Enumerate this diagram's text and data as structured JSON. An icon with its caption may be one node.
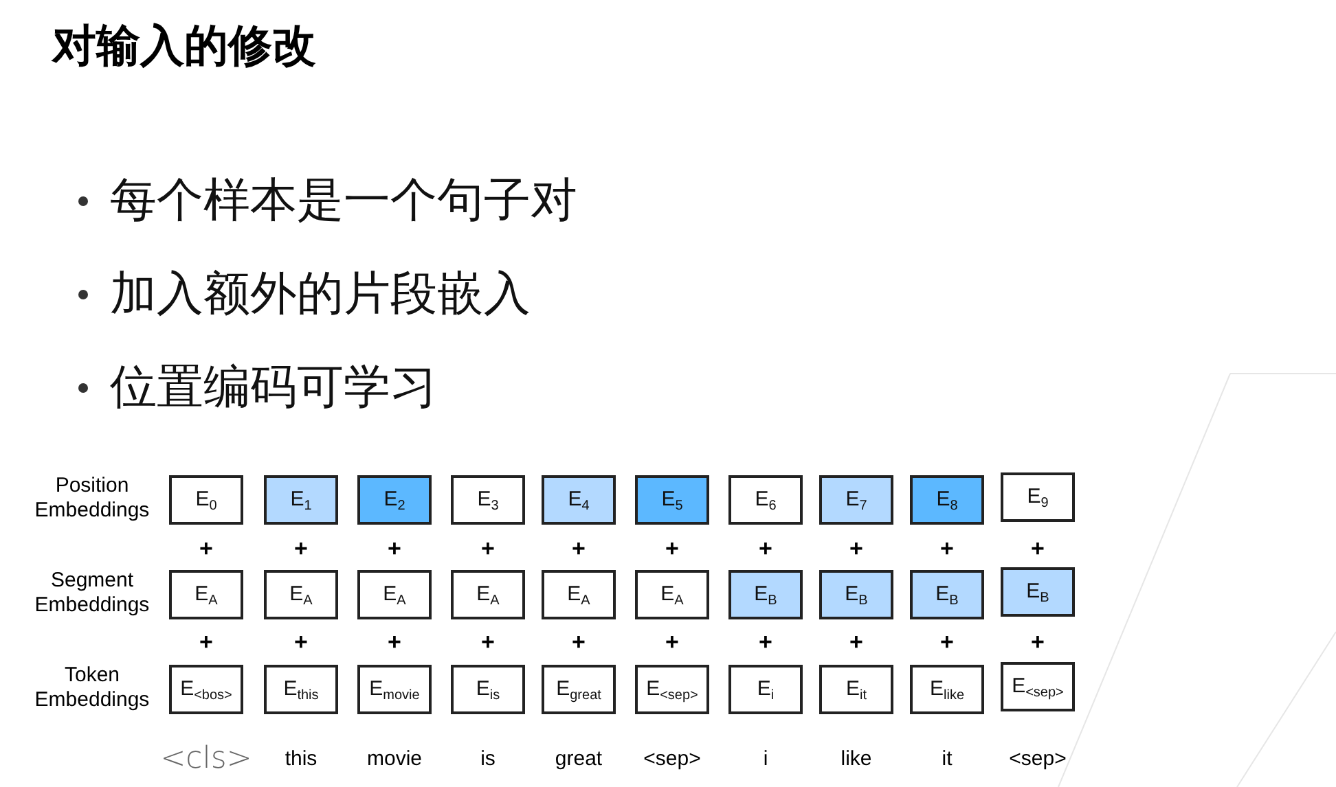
{
  "diagram": {
    "title": "对输入的修改",
    "nodes": [
      {
        "text": [
          "E$_{0}$"
        ]
      },
      {
        "text": [
          "E$_{1}$"
        ]
      },
      {
        "text": [
          "E$_{2}$"
        ]
      },
      {
        "text": [
          "E$_{3}$"
        ]
      },
      {
        "text": [
          "E$_{4}$"
        ]
      },
      {
        "text": [
          "E$_{5}$"
        ]
      },
      {
        "text": [
          "E$_{6}$"
        ]
      },
      {
        "text": [
          "E$_{7}$"
        ]
      },
      {
        "text": [
          "E$_{8}$"
        ]
      },
      {
        "text": [
          "E$_{9}$"
        ]
      },
      {
        "text": [
          "E$_{A}$"
        ]
      },
      {
        "text": [
          "E$_{A}$"
        ]
      },
      {
        "text": [
          "E$_{A}$"
        ]
      },
      {
        "text": [
          "E$_{A}$"
        ]
      },
      {
        "text": [
          "E$_{A}$"
        ]
      },
      {
        "text": [
          "E$_{A}$"
        ]
      },
      {
        "text": [
          "E$_{B}$"
        ]
      },
      {
        "text": [
          "E$_{B}$"
        ]
      },
      {
        "text": [
          "E$_{B}$"
        ]
      },
      {
        "text": [
          "E$_{B}$"
        ]
      },
      {
        "text": [
          "E$_{<bos>}$"
        ]
      },
      {
        "text": [
          "E$_{this}$"
        ]
      },
      {
        "text": [
          "E$_{movie}$"
        ]
      },
      {
        "text": [
          "E$_{is}$"
        ]
      },
      {
        "text": [
          "E$_{great}$"
        ]
      },
      {
        "text": [
          "E$_{<sep>}$"
        ]
      },
      {
        "text": [
          "E$_{i}$"
        ]
      },
      {
        "text": [
          "E$_{it}$"
        ]
      },
      {
        "text": [
          "E$_{like}$"
        ]
      },
      {
        "text": [
          "E$_{<sep>}$"
        ]
      }
    ],
    "labels": [
      "每个样本是一个句子对",
      "加入额外的片段嵌入",
      "位置编码可学习",
      "Position Embeddings",
      "+",
      "+",
      "+",
      "+",
      "+",
      "+",
      "+",
      "+",
      "+",
      "+",
      "Segment Embeddings",
      "+",
      "+",
      "+",
      "+",
      "+",
      "+",
      "+",
      "+",
      "+",
      "+",
      "Token Embeddings",
      "<cls>",
      "this",
      "movie",
      "is",
      "great",
      "<sep>",
      "i",
      "like",
      "it",
      "<sep>"
    ]
  }
}
